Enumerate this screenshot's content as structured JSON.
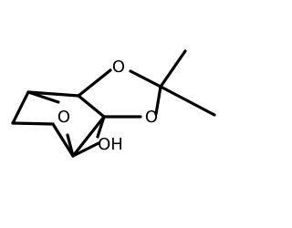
{
  "molecule": {
    "atoms": {
      "o_top": "O",
      "o_bottom": "O",
      "o_bridge": "O",
      "hydroxyl": "OH"
    }
  }
}
